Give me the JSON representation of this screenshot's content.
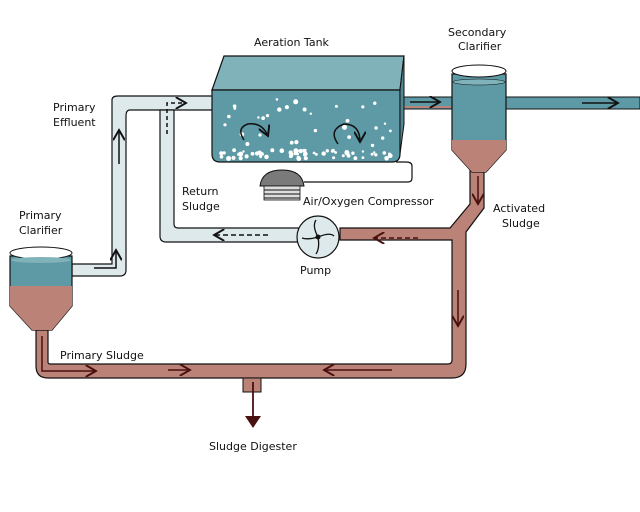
{
  "title": "Activated Sludge Wastewater Treatment Process",
  "colors": {
    "water": "#5e9aa5",
    "water_top": "#7fb2b9",
    "effluent_pipe": "#dde9ea",
    "sludge": "#bb8278",
    "arrow_dark": "#4a0f0f",
    "compressor": "#7a7a7a"
  },
  "labels": {
    "aeration_tank": "Aeration Tank",
    "secondary_clarifier_1": "Secondary",
    "secondary_clarifier_2": "Clarifier",
    "primary_effluent_1": "Primary",
    "primary_effluent_2": "Effluent",
    "primary_clarifier_1": "Primary",
    "primary_clarifier_2": "Clarifier",
    "return_sludge_1": "Return",
    "return_sludge_2": "Sludge",
    "compressor": "Air/Oxygen Compressor",
    "activated_sludge_1": "Activated",
    "activated_sludge_2": "Sludge",
    "pump": "Pump",
    "primary_sludge": "Primary Sludge",
    "sludge_digester": "Sludge Digester"
  }
}
